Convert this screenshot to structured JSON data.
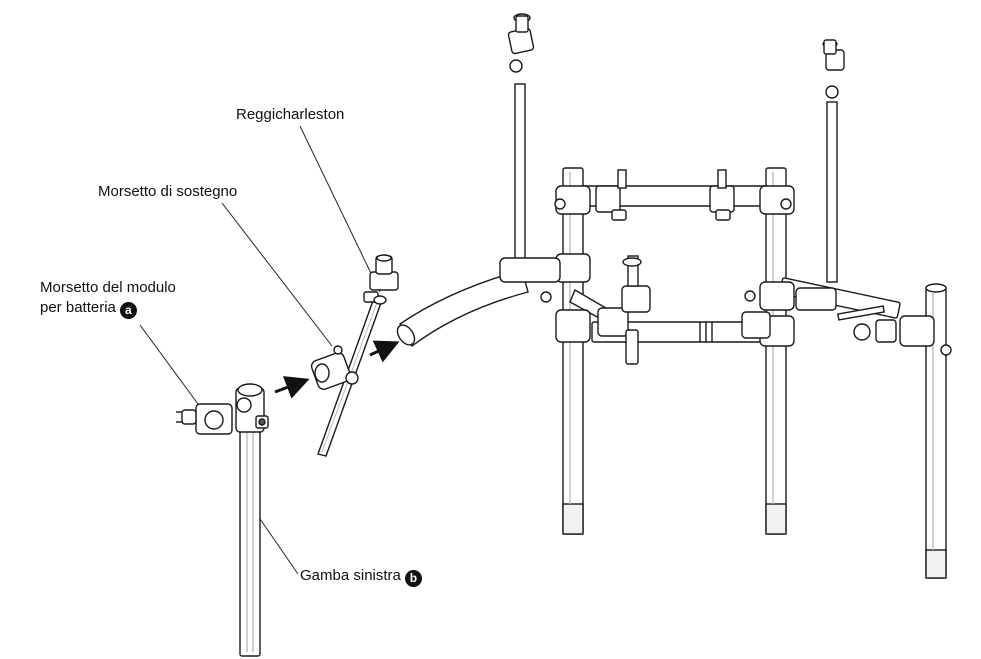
{
  "labels": {
    "hihat_holder": "Reggicharleston",
    "support_clamp": "Morsetto di sostegno",
    "module_clamp_line1": "Morsetto del modulo",
    "module_clamp_line2": "per batteria",
    "left_leg": "Gamba sinistra"
  },
  "badges": {
    "module_clamp": "a",
    "left_leg": "b"
  },
  "icons": [
    "arrow-right-icon"
  ]
}
